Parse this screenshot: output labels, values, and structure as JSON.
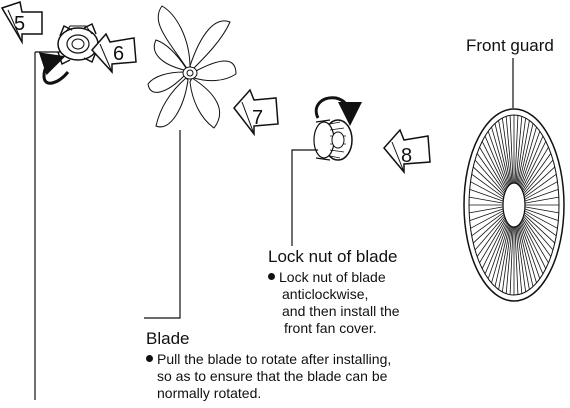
{
  "steps": [
    "5",
    "6",
    "7",
    "8"
  ],
  "front_guard": {
    "label": "Front guard"
  },
  "lock_nut": {
    "label": "Lock nut of blade",
    "note_lines": [
      "Lock nut of blade",
      "anticlockwise,",
      "and then install the",
      "front fan cover."
    ]
  },
  "blade": {
    "label": "Blade",
    "note_lines": [
      "Pull the blade to rotate after installing,",
      "so as to ensure that the blade can be",
      "normally rotated."
    ]
  },
  "colors": {
    "line": "#111111",
    "fill": "#ffffff"
  },
  "icons": [
    "hand-arrow-icon",
    "rotate-anticlockwise-icon"
  ]
}
